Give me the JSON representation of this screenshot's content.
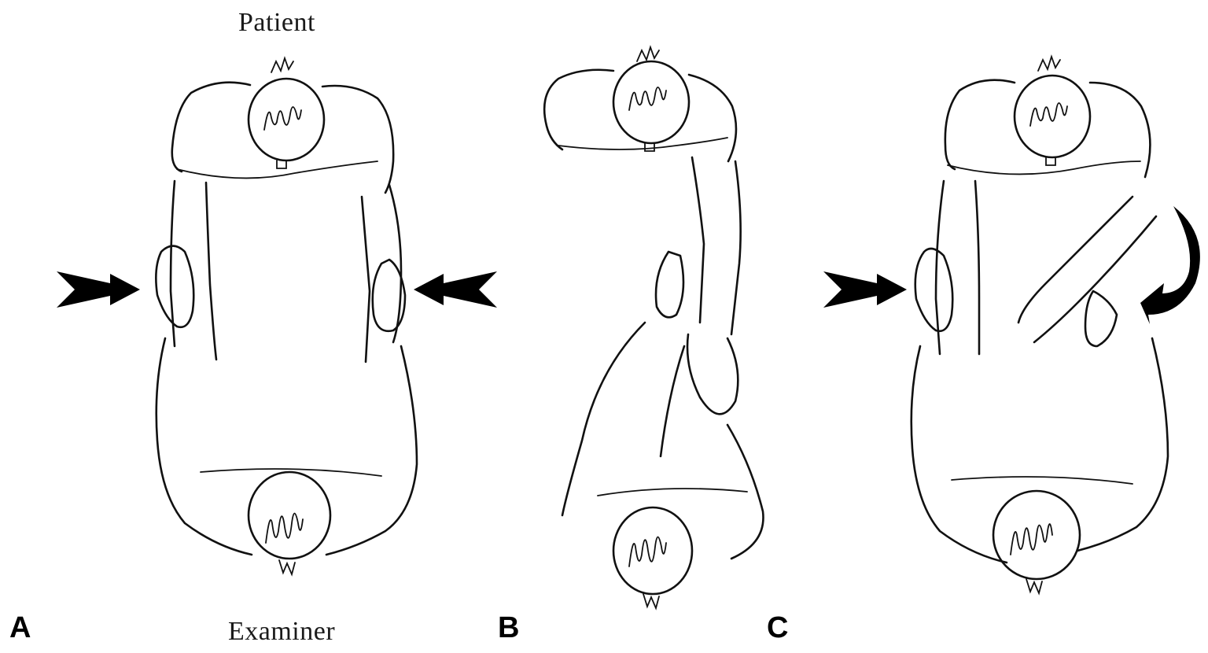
{
  "labels": {
    "patient": "Patient",
    "examiner": "Examiner"
  },
  "panels": [
    {
      "id": "A",
      "label": "A"
    },
    {
      "id": "B",
      "label": "B"
    },
    {
      "id": "C",
      "label": "C"
    }
  ],
  "colors": {
    "ink": "#111111",
    "background": "#ffffff"
  }
}
